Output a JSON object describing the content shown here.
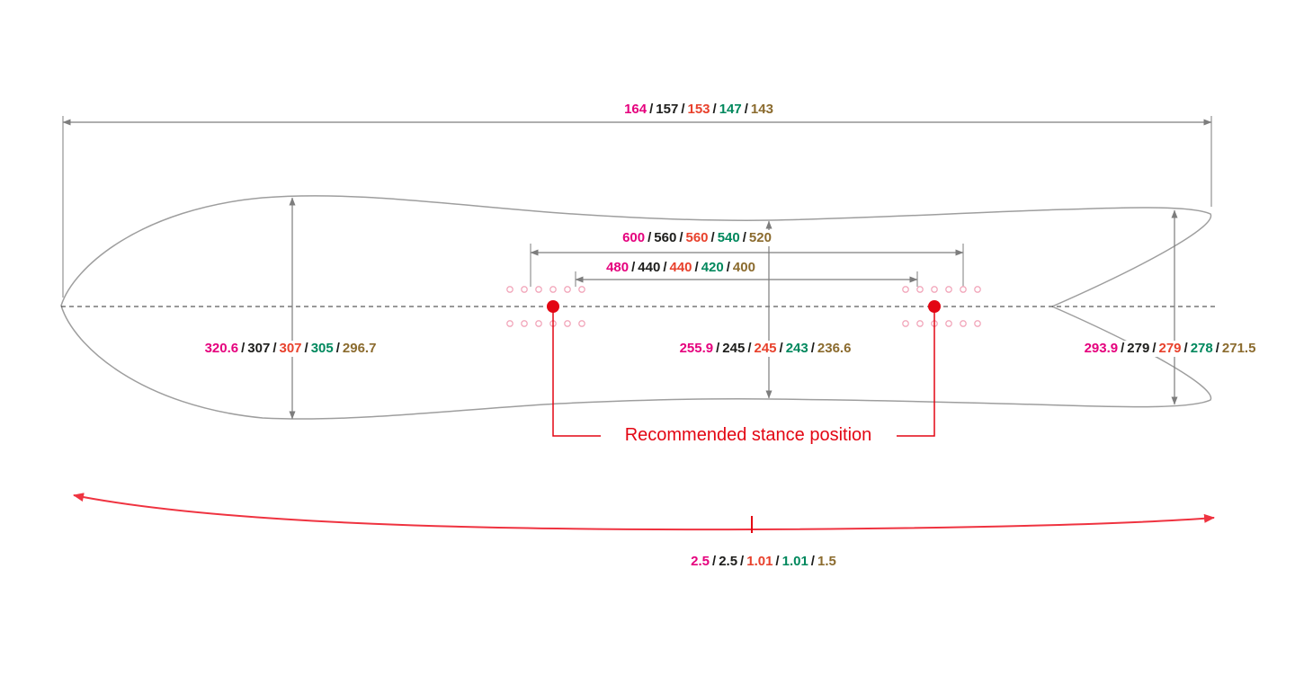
{
  "diagram": {
    "type": "snowboard-dimension-diagram",
    "value_colors": [
      "#E5007D",
      "#1D1D1B",
      "#E8412C",
      "#00885D",
      "#8B6B2E"
    ],
    "separator": "/",
    "separator_color": "#1D1D1B",
    "line_colors": {
      "dimension_lines": "#7D7D7D",
      "board_outline": "#9E9E9E",
      "centerline": "#333333",
      "stance_red": "#E30613",
      "camber_curve_red": "#EF3340",
      "insert_hole_pink": "#F2A7BB"
    },
    "measurements": {
      "total_length": {
        "name": "total length",
        "values": [
          "164",
          "157",
          "153",
          "147",
          "143"
        ]
      },
      "insert_span_outer": {
        "name": "insert span outer",
        "values": [
          "600",
          "560",
          "560",
          "540",
          "520"
        ]
      },
      "insert_span_inner": {
        "name": "insert span inner",
        "values": [
          "480",
          "440",
          "440",
          "420",
          "400"
        ]
      },
      "nose_width": {
        "name": "nose width",
        "values": [
          "320.6",
          "307",
          "307",
          "305",
          "296.7"
        ]
      },
      "waist_width": {
        "name": "waist width",
        "values": [
          "255.9",
          "245",
          "245",
          "243",
          "236.6"
        ]
      },
      "tail_width": {
        "name": "tail width",
        "values": [
          "293.9",
          "279",
          "279",
          "278",
          "271.5"
        ]
      },
      "camber": {
        "name": "camber / rocker height",
        "values": [
          "2.5",
          "2.5",
          "1.01",
          "1.01",
          "1.5"
        ]
      }
    },
    "stance_note": "Recommended stance position"
  }
}
